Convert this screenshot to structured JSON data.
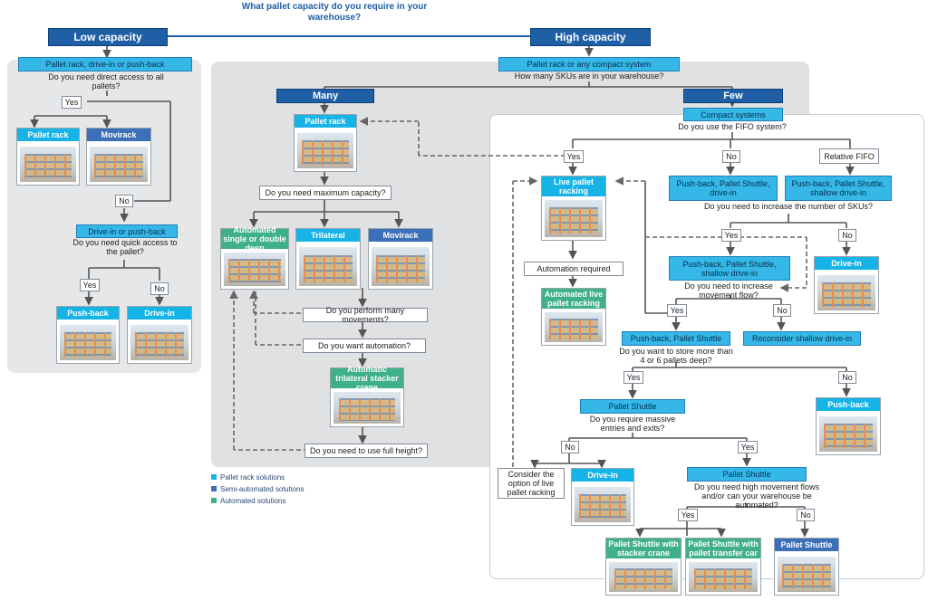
{
  "title": "What pallet capacity do you require in your warehouse?",
  "headers": {
    "low": "Low capacity",
    "high": "High capacity",
    "many": "Many",
    "few": "Few"
  },
  "boxes": {
    "low_solutions": "Pallet rack, drive-in or push-back",
    "drivein_pushback": "Drive-in or push-back",
    "high_solutions": "Pallet rack or any compact system",
    "compact_systems": "Compact systems",
    "relative_fifo": "Relative FIFO",
    "pb_ps_di": "Push-back, Pallet Shuttle, drive-in",
    "pb_ps_sdi": "Push-back, Pallet Shuttle, shallow drive-in",
    "pb_ps_sdi2": "Push-back, Pallet Shuttle, shallow drive-in",
    "pb_ps": "Push-back, Pallet Shuttle",
    "reconsider": "Reconsider shallow drive-in",
    "pallet_shuttle_1": "Pallet Shuttle",
    "pallet_shuttle_2": "Pallet Shuttle",
    "automation_required": "Automation required",
    "consider_live": "Consider the option of live pallet racking"
  },
  "questions": {
    "direct_access": "Do you need direct access to all pallets?",
    "quick_access": "Do you need quick access to the pallet?",
    "how_many_skus": "How many SKUs are in your warehouse?",
    "max_capacity": "Do you need maximum capacity?",
    "many_movements": "Do you perform many movements?",
    "want_automation": "Do you want automation?",
    "full_height": "Do you need to use full height?",
    "fifo": "Do you use the FIFO system?",
    "increase_skus": "Do you need to increase the number of SKUs?",
    "increase_flow": "Do you need to increase movement flow?",
    "store_deep": "Do you want to store more than 4 or 6 pallets deep?",
    "massive_entries": "Do you require massive entries and exits?",
    "high_flows": "Do you need high movement flows and/or can your warehouse be automated?"
  },
  "yesno": {
    "yes": "Yes",
    "no": "No"
  },
  "cards": {
    "pallet_rack_low": "Pallet rack",
    "movirack_low": "Movirack",
    "push_back_low": "Push-back",
    "drive_in_low": "Drive-in",
    "pallet_rack_many": "Pallet rack",
    "automated_single": "Automated single or double deep",
    "trilateral": "Trilateral",
    "movirack_many": "Movirack",
    "auto_trilateral": "Automatic trilateral stacker crane",
    "live_pallet": "Live pallet racking",
    "auto_live_pallet": "Automated live pallet racking",
    "drive_in_few": "Drive-in",
    "drive_in_few2": "Drive-in",
    "push_back_few": "Push-back",
    "ps_stacker": "Pallet Shuttle with stacker crane",
    "ps_transfer": "Pallet Shuttle with pallet transfer car",
    "ps_plain": "Pallet Shuttle"
  },
  "legend": [
    {
      "label": "Pallet rack solutions",
      "color": "#16b4e6"
    },
    {
      "label": "Semi-automated solutions",
      "color": "#3b6fb8"
    },
    {
      "label": "Automated solutions",
      "color": "#3fb088"
    }
  ],
  "colors": {
    "header_blue": "#1e5fa6",
    "box_cyan": "#35b7e8",
    "panel_gray": "#e6e7e9"
  }
}
